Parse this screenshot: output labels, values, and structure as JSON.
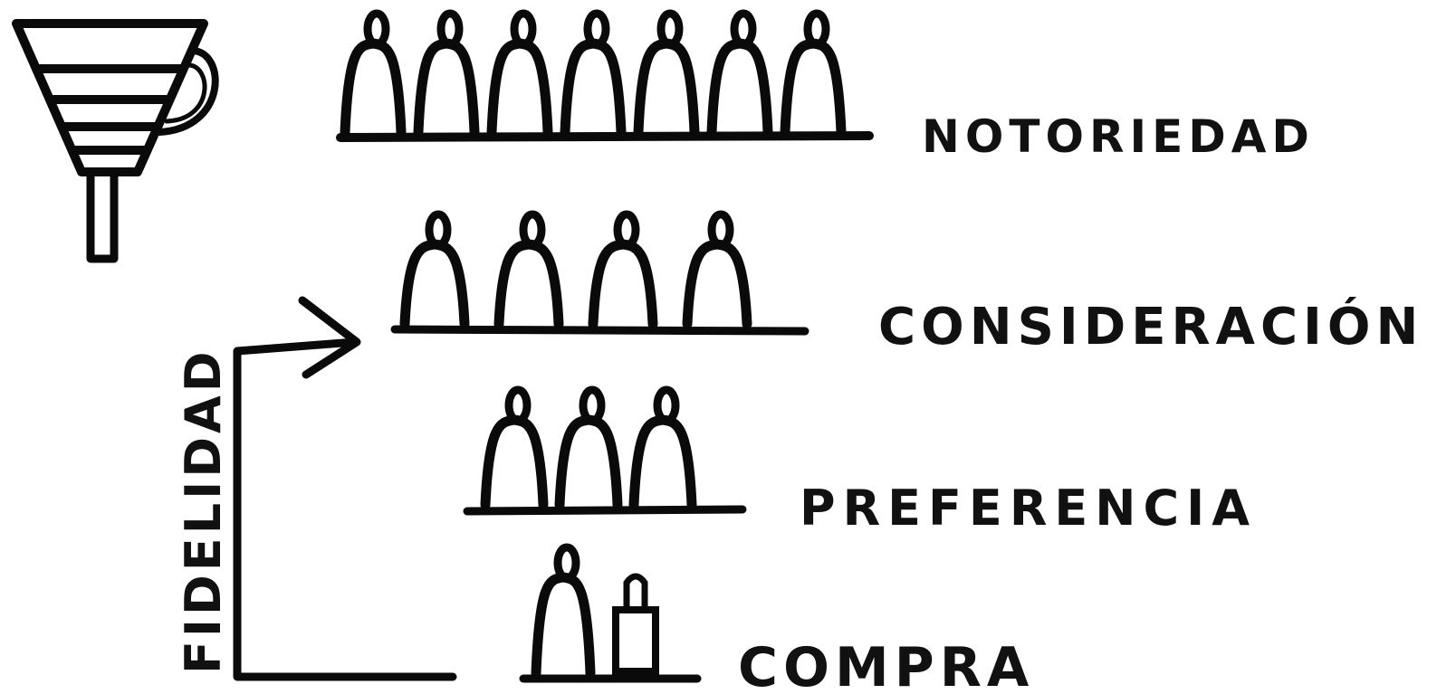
{
  "stages": [
    {
      "id": "notoriedad",
      "label": "NOTORIEDAD",
      "people": 7,
      "bag": false
    },
    {
      "id": "consideracion",
      "label": "CONSIDERACIÓN",
      "people": 4,
      "bag": false
    },
    {
      "id": "preferencia",
      "label": "PREFERENCIA",
      "people": 3,
      "bag": false
    },
    {
      "id": "compra",
      "label": "COMPRA",
      "people": 1,
      "bag": true
    }
  ],
  "loop_label": "FIDELIDAD",
  "colors": {
    "ink": "#0a0a0a",
    "background": "#ffffff"
  },
  "icons": {
    "funnel": "funnel-icon",
    "person": "person-icon",
    "bag": "shopping-bag-icon"
  }
}
